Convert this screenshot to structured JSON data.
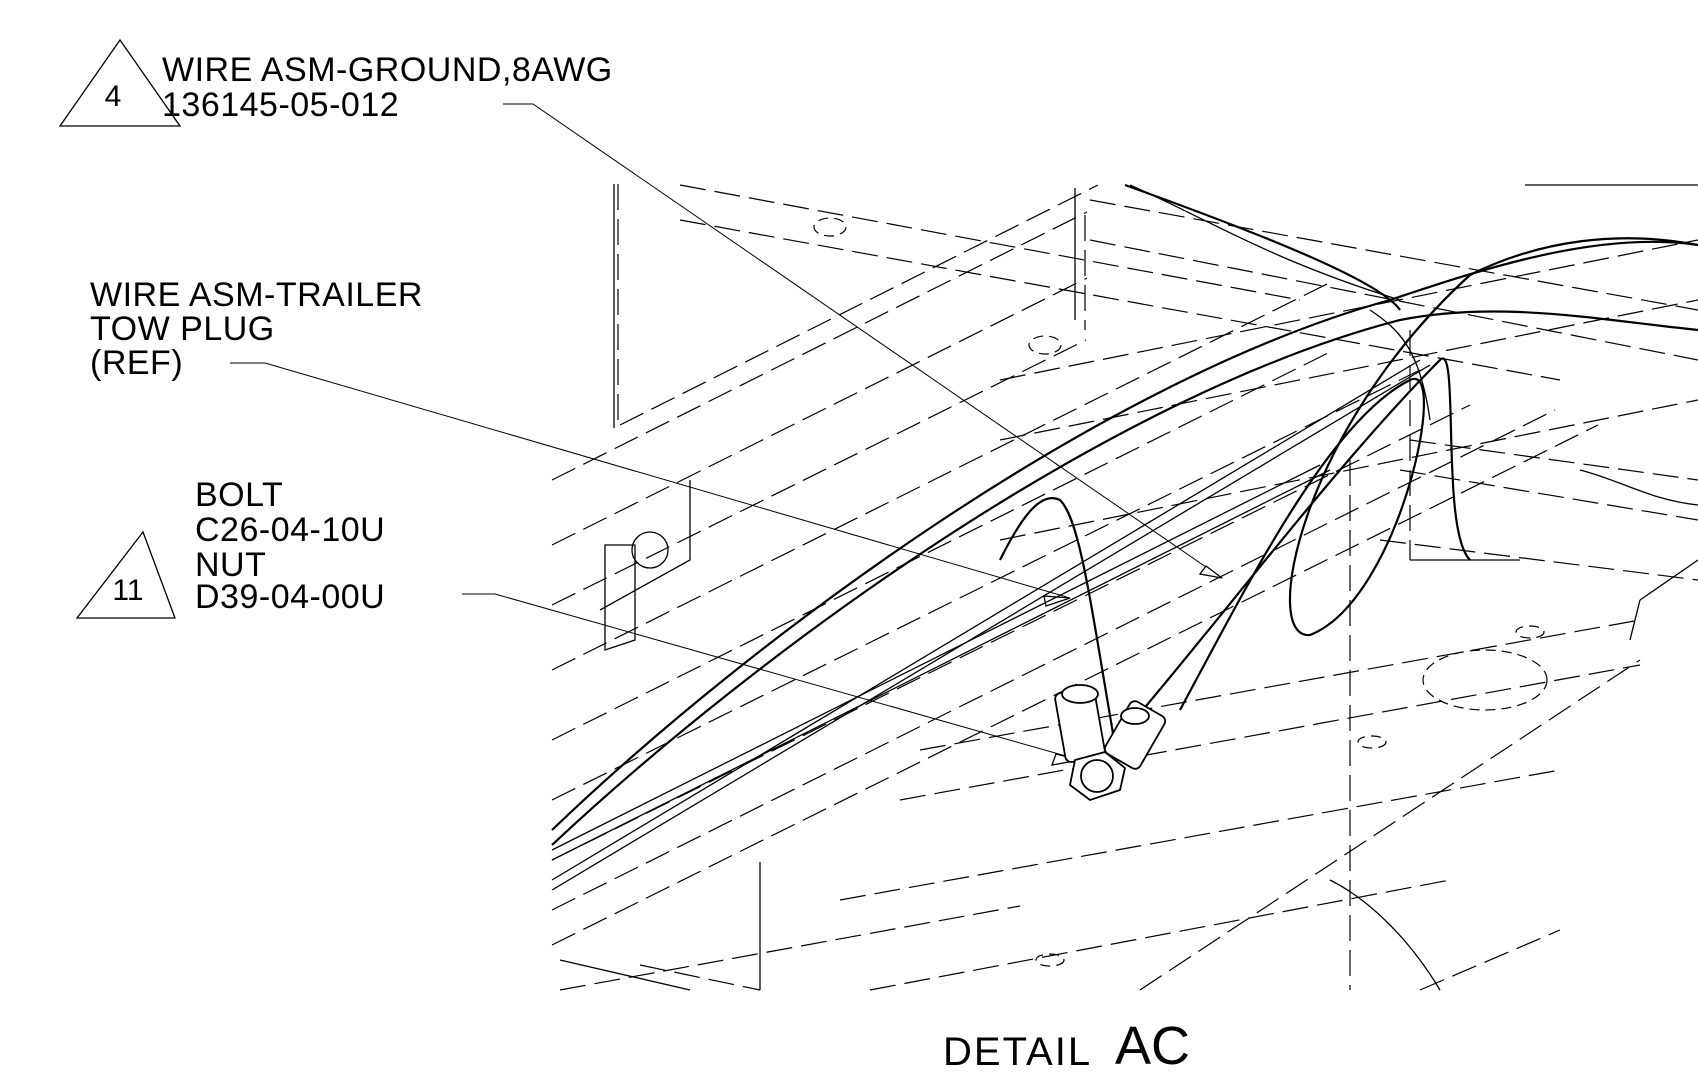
{
  "callouts": {
    "ground_wire": {
      "item_number": "4",
      "description": "WIRE ASM-GROUND,8AWG",
      "part_number": "136145-05-012"
    },
    "trailer_plug": {
      "line1": "WIRE ASM-TRAILER",
      "line2": "TOW PLUG",
      "line3": "(REF)"
    },
    "fasteners": {
      "item_number": "11",
      "bolt_label": "BOLT",
      "bolt_part": "C26-04-10U",
      "nut_label": "NUT",
      "nut_part": "D39-04-00U"
    }
  },
  "detail": {
    "word": "DETAIL",
    "id": "AC"
  }
}
